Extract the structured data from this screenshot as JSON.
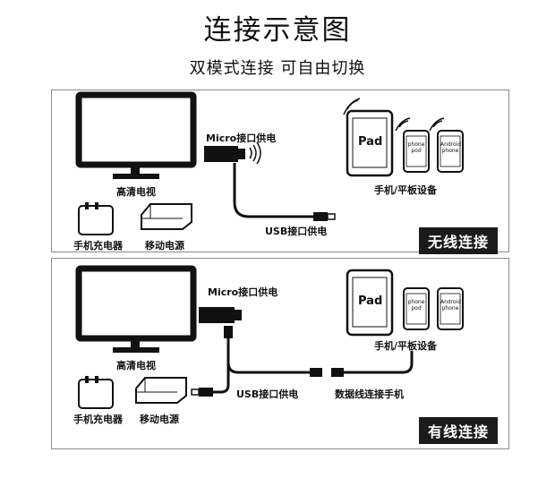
{
  "header": {
    "title": "连接示意图",
    "subtitle": "双模式连接 可自由切换"
  },
  "wireless": {
    "micro_label": "Micro接口供电",
    "tv_label": "高清电视",
    "usb_label": "USB接口供电",
    "devices_label": "手机/平板设备",
    "charger_label": "手机充电器",
    "powerbank_label": "移动电源",
    "pad_text": "Pad",
    "iphone_text": "phone pod",
    "android_text": "Android phone",
    "badge": "无线连接"
  },
  "wired": {
    "micro_label": "Micro接口供电",
    "tv_label": "高清电视",
    "usb_label": "USB接口供电",
    "cable_label": "数据线连接手机",
    "devices_label": "手机/平板设备",
    "charger_label": "手机充电器",
    "powerbank_label": "移动电源",
    "pad_text": "Pad",
    "iphone_text": "phone pod",
    "android_text": "Android phone",
    "badge": "有线连接"
  }
}
